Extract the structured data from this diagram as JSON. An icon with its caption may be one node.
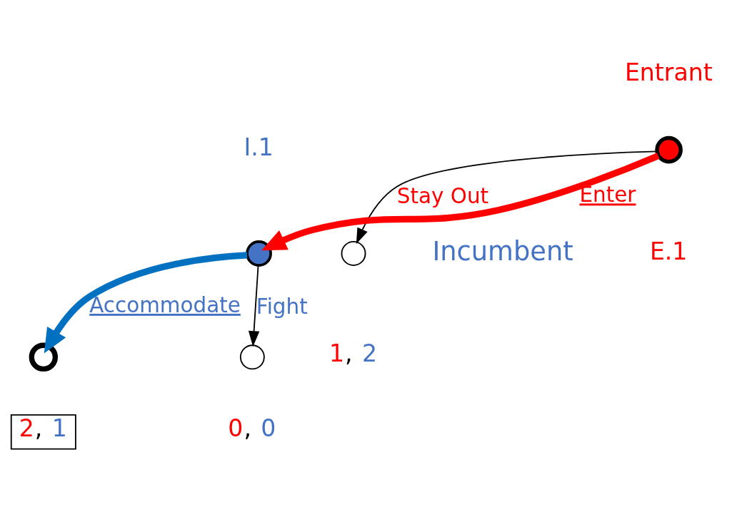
{
  "diagram": {
    "nodes": [
      {
        "text": [],
        "shape": "circle",
        "beside": [
          "Entrant",
          "E.1"
        ]
      },
      {
        "text": [],
        "shape": "circle",
        "beside": [
          "1, 2"
        ]
      },
      {
        "text": [],
        "shape": "circle",
        "beside": [
          "I.1"
        ]
      },
      {
        "text": [],
        "shape": "circle",
        "beside": [
          "2, 1"
        ]
      },
      {
        "text": [],
        "shape": "circle",
        "beside": [
          "0, 0"
        ]
      }
    ],
    "edges": [
      {
        "from": 0,
        "to": 1,
        "arrow": "to",
        "label": "Stay Out"
      },
      {
        "from": 0,
        "to": 2,
        "arrow": "to",
        "label": "Enter",
        "style": "thick",
        "color": "#ff0000"
      },
      {
        "from": 2,
        "to": 3,
        "arrow": "to",
        "label": "Accommodate",
        "style": "thick",
        "color": "#0070c0"
      },
      {
        "from": 2,
        "to": 4,
        "arrow": "to",
        "label": "Fight"
      }
    ],
    "labels": [
      "Incumbent"
    ]
  }
}
